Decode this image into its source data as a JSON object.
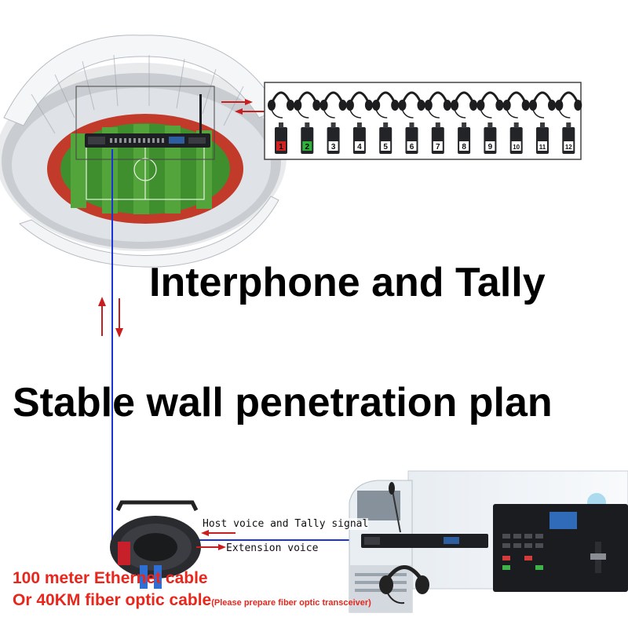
{
  "headlines": {
    "line1": "Interphone and Tally",
    "line2": "Stable wall penetration plan"
  },
  "signals": {
    "host": "Host voice and Tally signal",
    "extension": "Extension voice"
  },
  "cable": {
    "line1": "100 meter Ethernet cable",
    "line2_main": "Or 40KM fiber optic cable",
    "line2_note": "(Please prepare fiber optic transceiver)"
  },
  "beltpacks": [
    "1",
    "2",
    "3",
    "4",
    "5",
    "6",
    "7",
    "8",
    "9",
    "10",
    "11",
    "12"
  ],
  "colors": {
    "cable_line": "#1a33d6",
    "arrow": "#c81e1e",
    "text_red": "#e8261c",
    "tally_red": "#d42020",
    "tally_green": "#2bb539"
  }
}
